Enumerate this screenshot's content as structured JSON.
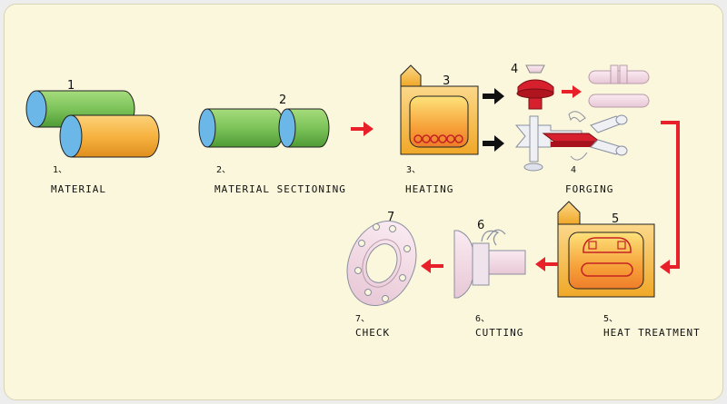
{
  "steps": [
    {
      "number": "1",
      "index_label": "1、",
      "label": "MATERIAL"
    },
    {
      "number": "2",
      "index_label": "2、",
      "label": "MATERIAL SECTIONING"
    },
    {
      "number": "3",
      "index_label": "3、",
      "label": "HEATING"
    },
    {
      "number": "4",
      "index_label": "4",
      "label": "FORGING"
    },
    {
      "number": "5",
      "index_label": "5、",
      "label": "HEAT TREATMENT"
    },
    {
      "number": "6",
      "index_label": "6、",
      "label": "CUTTING"
    },
    {
      "number": "7",
      "index_label": "7、",
      "label": "CHECK"
    }
  ],
  "colors": {
    "arrow": "#e8202a",
    "bar_green": "#7cc35a",
    "bar_orange": "#f7b340",
    "bar_end_blue": "#6ab7e8",
    "furnace": "#f5bd3c",
    "forging_red": "#d6202e",
    "pale_pink": "#f3dbe6"
  }
}
